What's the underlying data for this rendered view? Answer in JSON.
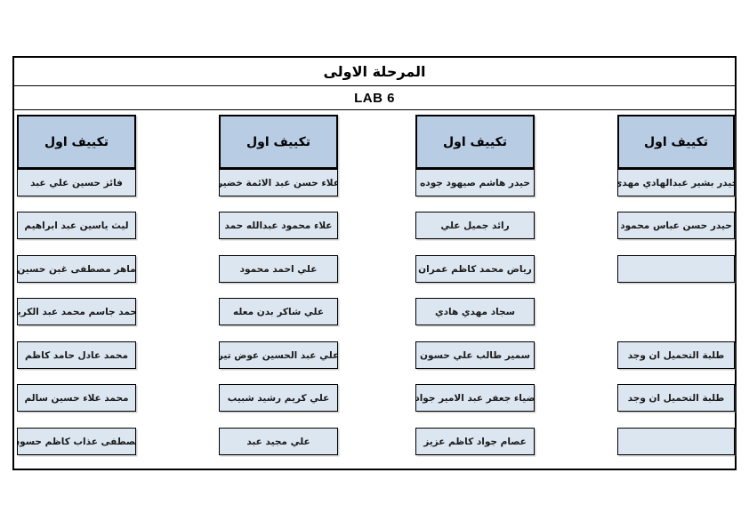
{
  "page": {
    "title": "المرحلة الاولى",
    "lab_label": "LAB 6"
  },
  "colors": {
    "header_fill": "#b8cce4",
    "cell_fill": "#dce6f1",
    "border": "#000000",
    "background": "#ffffff"
  },
  "columns": [
    {
      "name": "rightmost",
      "header": "تكييف اول",
      "cells": [
        "حيدر بشير عبدالهادي مهدي",
        "حيدر حسن عباس محمود",
        "",
        null,
        "طلبة التحميل ان وجد",
        "طلبة التحميل ان وجد",
        ""
      ]
    },
    {
      "name": "second",
      "header": "تكييف اول",
      "cells": [
        "حيدر هاشم صيهود جوده",
        "رائد جميل علي",
        "رياض محمد كاظم عمران",
        "سجاد مهدي هادي",
        "سمير طالب علي حسون",
        "ضياء جعفر عبد الامير جواد",
        "عصام جواد كاظم عزيز"
      ]
    },
    {
      "name": "third",
      "header": "تكييف اول",
      "cells": [
        "علاء حسن عبد الائمة خضير",
        "علاء محمود عبدالله حمد",
        "علي احمد محمود",
        "علي شاكر بدن معله",
        "علي عبد الحسين عوض تير",
        "علي كريم رشيد شبيب",
        "علي مجيد عبد"
      ]
    },
    {
      "name": "leftmost",
      "header": "تكييف اول",
      "cells": [
        "فائز حسين علي عبد",
        "ليث ياسين عبد ابراهيم",
        "ماهر مصطفى غبن حسين",
        "محمد جاسم محمد عبد الكريم",
        "محمد عادل حامد كاظم",
        "محمد علاء حسين سالم",
        "مصطفى عذاب كاظم حسون"
      ]
    }
  ]
}
